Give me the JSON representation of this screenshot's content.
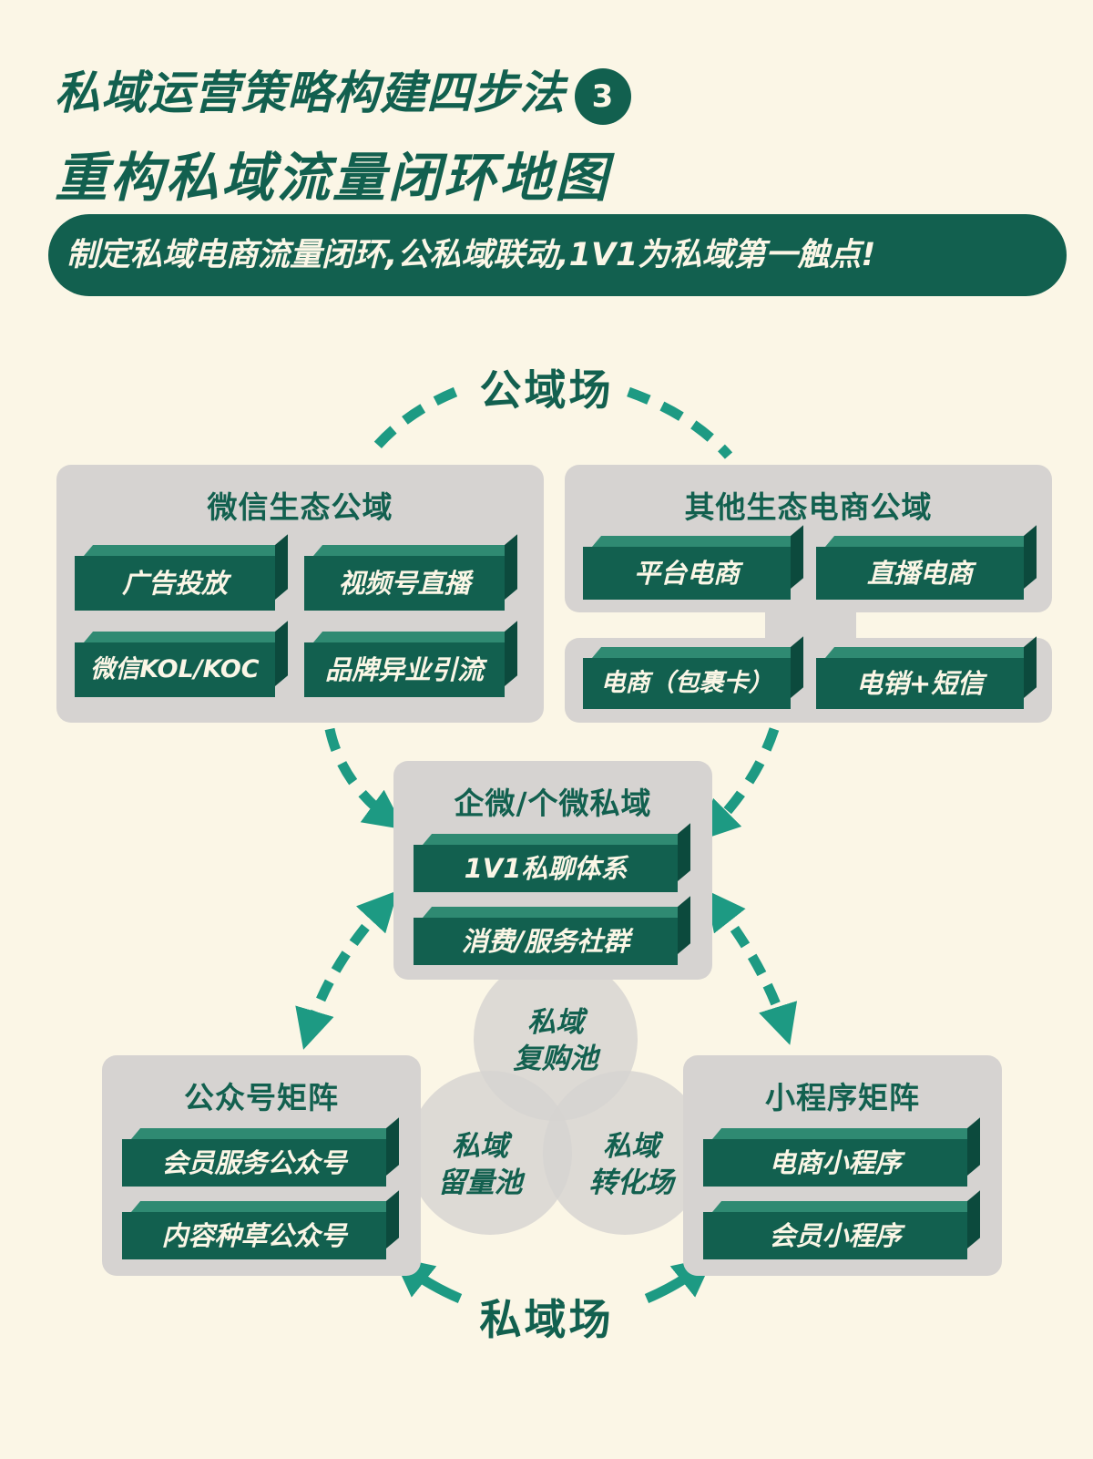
{
  "header": {
    "title_line1": "私域运营策略构建四步法",
    "step_number": "3",
    "title_line2": "重构私域流量闭环地图",
    "banner": "制定私域电商流量闭环,公私域联动,1V1为私域第一触点!"
  },
  "fields": {
    "public": "公域场",
    "private": "私域场"
  },
  "panels": {
    "wechat_public": {
      "title": "微信生态公域",
      "items": [
        "广告投放",
        "视频号直播",
        "微信KOL/KOC",
        "品牌异业引流"
      ]
    },
    "other_public": {
      "title": "其他生态电商公域",
      "items": [
        "平台电商",
        "直播电商",
        "电商（包裹卡）",
        "电销+短信"
      ]
    },
    "wecom_private": {
      "title": "企微/个微私域",
      "items": [
        "1V1私聊体系",
        "消费/服务社群"
      ]
    },
    "official_accounts": {
      "title": "公众号矩阵",
      "items": [
        "会员服务公众号",
        "内容种草公众号"
      ]
    },
    "mini_programs": {
      "title": "小程序矩阵",
      "items": [
        "电商小程序",
        "会员小程序"
      ]
    }
  },
  "pools": {
    "repurchase": [
      "私域",
      "复购池"
    ],
    "retention": [
      "私域",
      "留量池"
    ],
    "conversion": [
      "私域",
      "转化场"
    ]
  },
  "colors": {
    "background": "#fbf6e6",
    "primary": "#12604f",
    "arrow": "#1d9a83",
    "panel": "#d6d3d1"
  }
}
